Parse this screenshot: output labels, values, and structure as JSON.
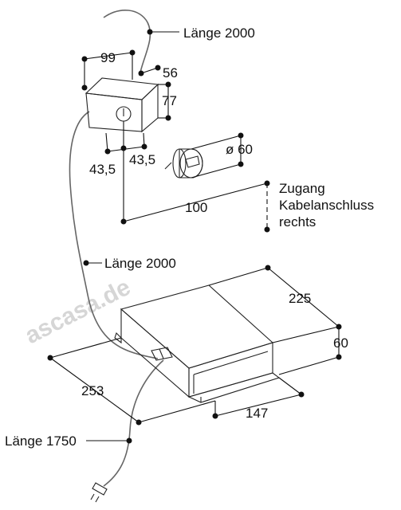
{
  "cable_top_label": "Länge 2000",
  "cable_mid_label": "Länge 2000",
  "cable_bottom_label": "Länge 1750",
  "dim_99": "99",
  "dim_56": "56",
  "dim_77": "77",
  "dim_43_5_left": "43,5",
  "dim_43_5_right": "43,5",
  "dim_diameter_60": "ø 60",
  "dim_100": "100",
  "access_label_line1": "Zugang",
  "access_label_line2": "Kabelanschluss",
  "access_label_line3": "rechts",
  "dim_225": "225",
  "dim_60": "60",
  "dim_253": "253",
  "dim_147": "147",
  "watermark": "ascasa.de"
}
